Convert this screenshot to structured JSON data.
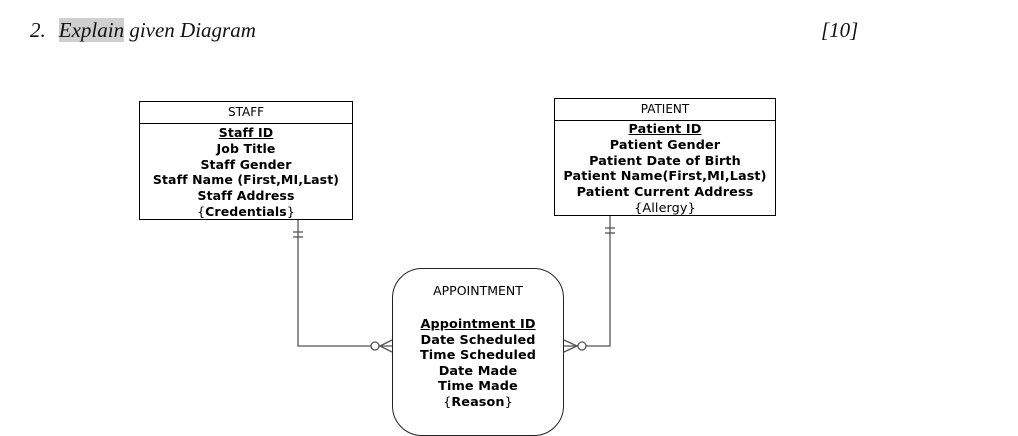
{
  "question": {
    "number": "2.",
    "highlighted": "Explain",
    "rest": " given Diagram",
    "marks": "[10]"
  },
  "entities": {
    "staff": {
      "name": "STAFF",
      "primary_key": "Staff ID",
      "attributes": [
        "Job Title",
        "Staff Gender",
        "Staff Name (First,MI,Last)",
        "Staff Address"
      ],
      "multivalued": "Credentials"
    },
    "patient": {
      "name": "PATIENT",
      "primary_key": "Patient ID",
      "attributes": [
        "Patient Gender",
        "Patient Date of Birth",
        "Patient Name(First,MI,Last)",
        "Patient Current Address"
      ],
      "multivalued": "Allergy"
    },
    "appointment": {
      "name": "APPOINTMENT",
      "primary_key": "Appointment ID",
      "attributes": [
        "Date Scheduled",
        "Time Scheduled",
        "Date Made",
        "Time Made"
      ],
      "multivalued": "Reason"
    }
  },
  "relationships": [
    {
      "from": "STAFF",
      "to": "APPOINTMENT",
      "from_cardinality": "one-and-only-one",
      "to_cardinality": "zero-or-many"
    },
    {
      "from": "PATIENT",
      "to": "APPOINTMENT",
      "from_cardinality": "one-and-only-one",
      "to_cardinality": "zero-or-many"
    }
  ]
}
